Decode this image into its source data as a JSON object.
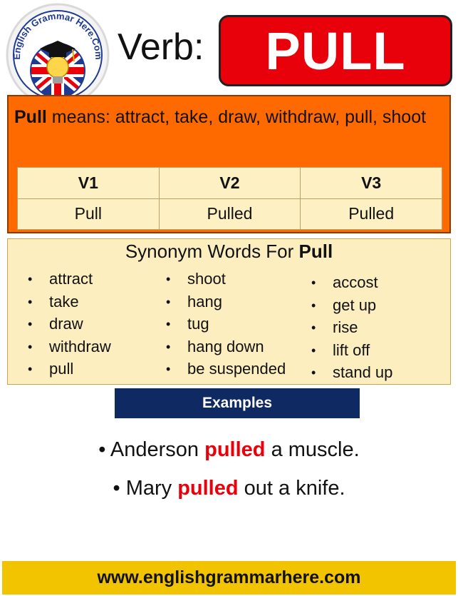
{
  "logo": {
    "text": "English Grammar Here.Com",
    "icon": "graduation-cap-lightbulb-flag-icon",
    "colors": {
      "ring": "#1f3a93",
      "flag_red": "#e8000b",
      "flag_blue": "#1f3a93",
      "cap": "#111111"
    }
  },
  "header": {
    "label": "Verb:",
    "verb": "PULL",
    "verb_bg": "#e8000b"
  },
  "meaning": {
    "word": "Pull",
    "text": " means: attract, take, draw, withdraw, pull, shoot",
    "bg": "#ff6a00",
    "forms": {
      "headers": [
        "V1",
        "V2",
        "V3"
      ],
      "values": [
        "Pull",
        "Pulled",
        "Pulled"
      ]
    }
  },
  "synonyms": {
    "title": "Synonym Words For ",
    "word": "Pull",
    "columns": [
      [
        "attract",
        "take",
        "draw",
        "withdraw",
        "pull"
      ],
      [
        "shoot",
        "hang",
        "tug",
        "hang down",
        "be suspended"
      ],
      [
        "accost",
        "get up",
        "rise",
        "lift off",
        "stand up"
      ]
    ]
  },
  "examples": {
    "banner": "Examples",
    "sentences": [
      {
        "bullet": "•",
        "before": "Anderson ",
        "highlight": "pulled",
        "after": " a muscle."
      },
      {
        "bullet": "•",
        "before": "Mary ",
        "highlight": "pulled",
        "after": " out a knife."
      }
    ]
  },
  "footer": {
    "url": "www.englishgrammarhere.com",
    "bg": "#f2c400"
  }
}
